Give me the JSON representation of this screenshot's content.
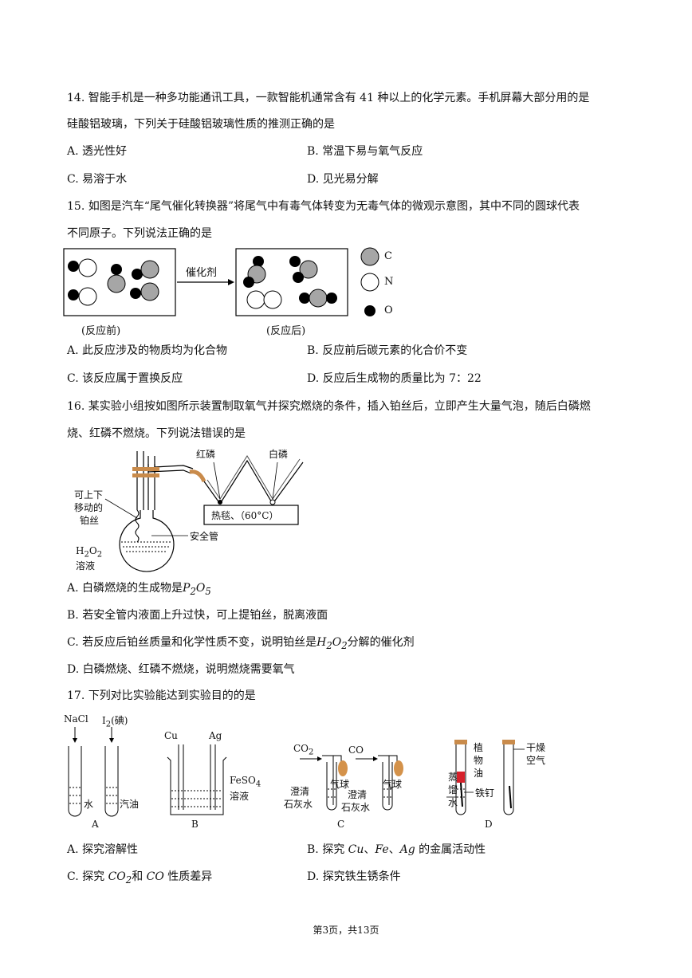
{
  "q14": {
    "stem_line1": "14. 智能手机是一种多功能通讯工具，一款智能机通常含有 41 种以上的化学元素。手机屏幕大部分用的是",
    "stem_line2": "硅酸铝玻璃，下列关于硅酸铝玻璃性质的推测正确的是",
    "A": "A. 透光性好",
    "B": "B. 常温下易与氧气反应",
    "C": "C. 易溶于水",
    "D": "D. 见光易分解"
  },
  "q15": {
    "stem_line1": "15. 如图是汽车“尾气催化转换器”将尾气中有毒气体转变为无毒气体的微观示意图，其中不同的圆球代表",
    "stem_line2": "不同原子。下列说法正确的是",
    "fig": {
      "catalyst": "催化剂",
      "before": "(反应前)",
      "after": "(反应后)",
      "legend_c": "C",
      "legend_n": "N",
      "legend_o": "O"
    },
    "A": "A. 此反应涉及的物质均为化合物",
    "B": "B. 反应前后碳元素的化合价不变",
    "C": "C. 该反应属于置换反应",
    "D": "D. 反应后生成物的质量比为 7：22"
  },
  "q16": {
    "stem_line1": "16. 某实验小组按如图所示装置制取氧气并探究燃烧的条件，插入铂丝后，立即产生大量气泡，随后白磷燃",
    "stem_line2": "烧、红磷不燃烧。下列说法错误的是",
    "fig": {
      "red_p": "红磷",
      "white_p": "白磷",
      "movable_1": "可上下",
      "movable_2": "移动的",
      "movable_3": "铂丝",
      "safety_tube": "安全管",
      "hot_plate": "热毯、（60°C）",
      "h2o2_formula": "H",
      "h2o2_sub1": "2",
      "h2o2_o": "O",
      "h2o2_sub2": "2",
      "solution": "溶液"
    },
    "A_pre": "A. 白磷燃烧的生成物是",
    "A_formula": "P",
    "A_sub1": "2",
    "A_o": "O",
    "A_sub2": "5",
    "B": "B. 若安全管内液面上升过快，可上提铂丝，脱离液面",
    "C_pre": "C. 若反应后铂丝质量和化学性质不变，说明铂丝是",
    "C_formula": "H",
    "C_sub1": "2",
    "C_o": "O",
    "C_sub2": "2",
    "C_post": "分解的催化剂",
    "D": "D. 白磷燃烧、红磷不燃烧，说明燃烧需要氧气"
  },
  "q17": {
    "stem": "17. 下列对比实验能达到实验目的的是",
    "fig": {
      "nacl": "NaCl",
      "i2": "I",
      "i2_sub": "2",
      "i2_note": "(碘)",
      "water": "水",
      "gasoline": "汽油",
      "cu": "Cu",
      "ag": "Ag",
      "feso4": "FeSO",
      "feso4_sub": "4",
      "feso4_sol": "溶液",
      "co2": "CO",
      "co2_sub": "2",
      "co": "CO",
      "balloon1": "气球",
      "balloon2": "气球",
      "lime1a": "澄清",
      "lime1b": "石灰水",
      "lime2a": "澄清",
      "lime2b": "石灰水",
      "veg1": "植",
      "veg2": "物",
      "veg3": "油",
      "dist1": "蒸",
      "dist2": "馏",
      "dist3": "水",
      "nail": "铁钉",
      "dry1": "干燥",
      "dry2": "空气",
      "label_a": "A",
      "label_b": "B",
      "label_c": "C",
      "label_d": "D"
    },
    "A": "A. 探究溶解性",
    "B_pre": "B. 探究 ",
    "B_cu": "Cu",
    "B_fe": "Fe",
    "B_ag": "Ag",
    "B_post": " 的金属活动性",
    "C_pre": "C. 探究 ",
    "C_co2": "CO",
    "C_co2_sub": "2",
    "C_mid": "和 ",
    "C_co": "CO",
    "C_post": " 性质差异",
    "D": "D. 探究铁生锈条件"
  },
  "footer": "第3页，共13页",
  "colors": {
    "gray_atom": "#a6a6a6",
    "red_oil": "#d6202a",
    "tube_brown": "#c98b4b",
    "balloon": "#d4924a"
  }
}
